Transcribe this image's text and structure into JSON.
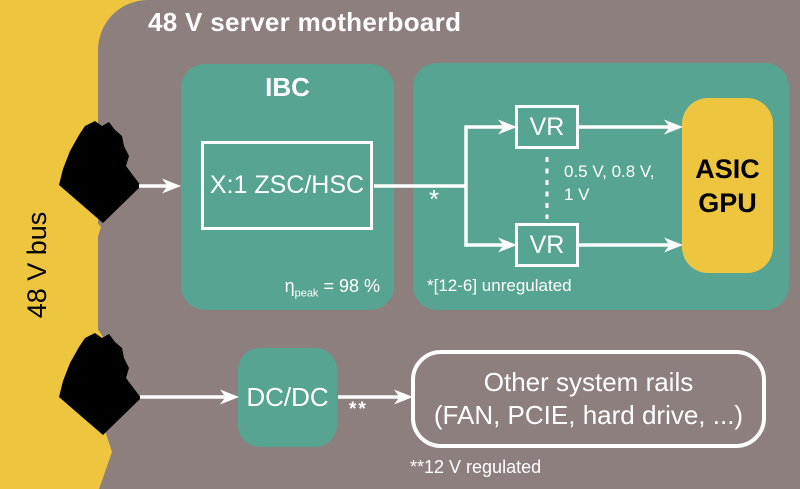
{
  "colors": {
    "bus_yellow": "#eec53f",
    "board_mauve": "#8d7f7e",
    "block_teal": "#57a492",
    "line_white": "#ffffff",
    "text_black": "#000000"
  },
  "header": {
    "title": "48 V server motherboard"
  },
  "bus": {
    "label": "48 V bus"
  },
  "ibc": {
    "label": "IBC",
    "converter_label": "X:1 ZSC/HSC",
    "efficiency_symbol": "η",
    "efficiency_subscript": "peak",
    "efficiency_value": "= 98 %"
  },
  "vr_stage": {
    "branch_marker": "*",
    "vr_top_label": "VR",
    "vr_bottom_label": "VR",
    "rail_voltages_line1": "0.5 V, 0.8 V,",
    "rail_voltages_line2": "1 V",
    "footnote": "*[12-6] unregulated"
  },
  "asic": {
    "line1": "ASIC",
    "line2": "GPU"
  },
  "dc_dc": {
    "label": "DC/DC",
    "output_marker": "**"
  },
  "other_rails": {
    "line1": "Other system rails",
    "line2": "(FAN, PCIE, hard drive, ...)"
  },
  "footnotes": {
    "regulated": "**12 V regulated"
  }
}
